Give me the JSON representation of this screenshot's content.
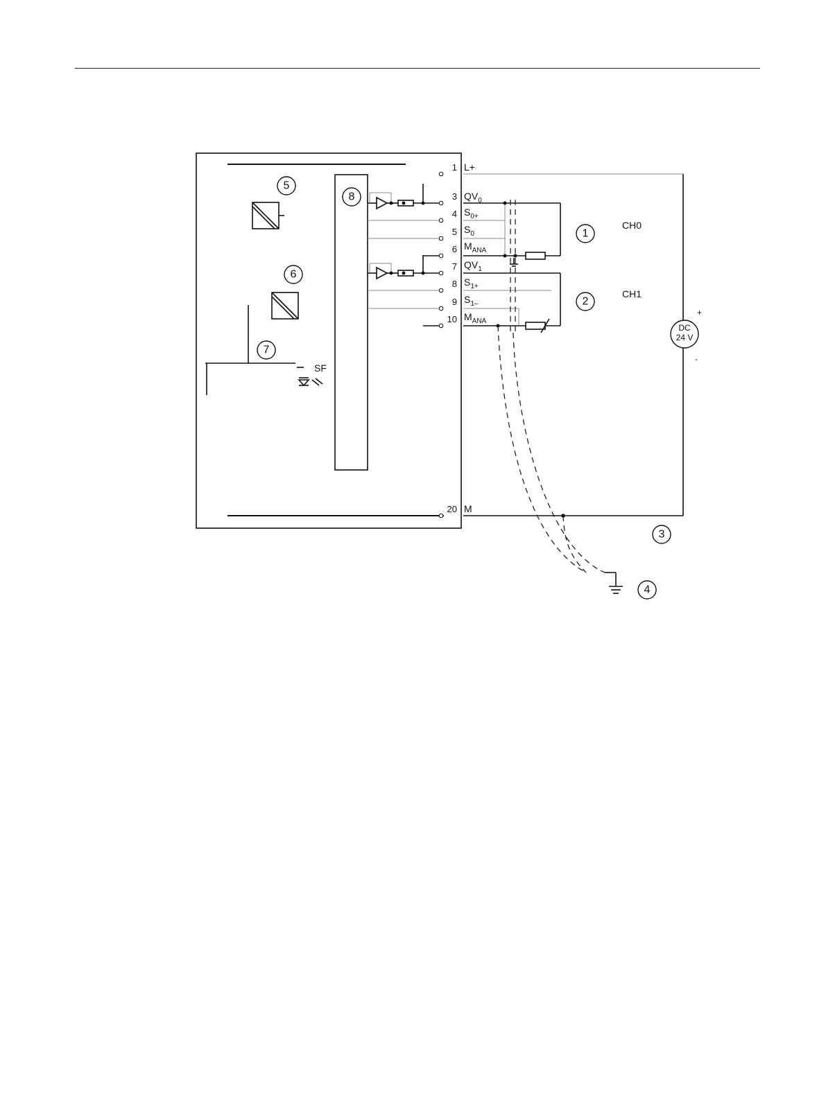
{
  "terminals": [
    {
      "num": "1",
      "name": "L+",
      "sub": ""
    },
    {
      "num": "3",
      "name": "QV",
      "sub": "0"
    },
    {
      "num": "4",
      "name": "S",
      "sub": "0+"
    },
    {
      "num": "5",
      "name": "S",
      "sub": "0"
    },
    {
      "num": "6",
      "name": "M",
      "sub": "ANA"
    },
    {
      "num": "7",
      "name": "QV",
      "sub": "1"
    },
    {
      "num": "8",
      "name": "S",
      "sub": "1+"
    },
    {
      "num": "9",
      "name": "S",
      "sub": "1–"
    },
    {
      "num": "10",
      "name": "M",
      "sub": "ANA"
    },
    {
      "num": "20",
      "name": "M",
      "sub": ""
    }
  ],
  "channels": {
    "ch0": "CH0",
    "ch1": "CH1"
  },
  "callouts": [
    "1",
    "2",
    "3",
    "4",
    "5",
    "6",
    "7",
    "8"
  ],
  "led_label": "SF",
  "supply": {
    "line1": "DC",
    "line2": "24 V",
    "plus": "+",
    "minus": "-"
  }
}
